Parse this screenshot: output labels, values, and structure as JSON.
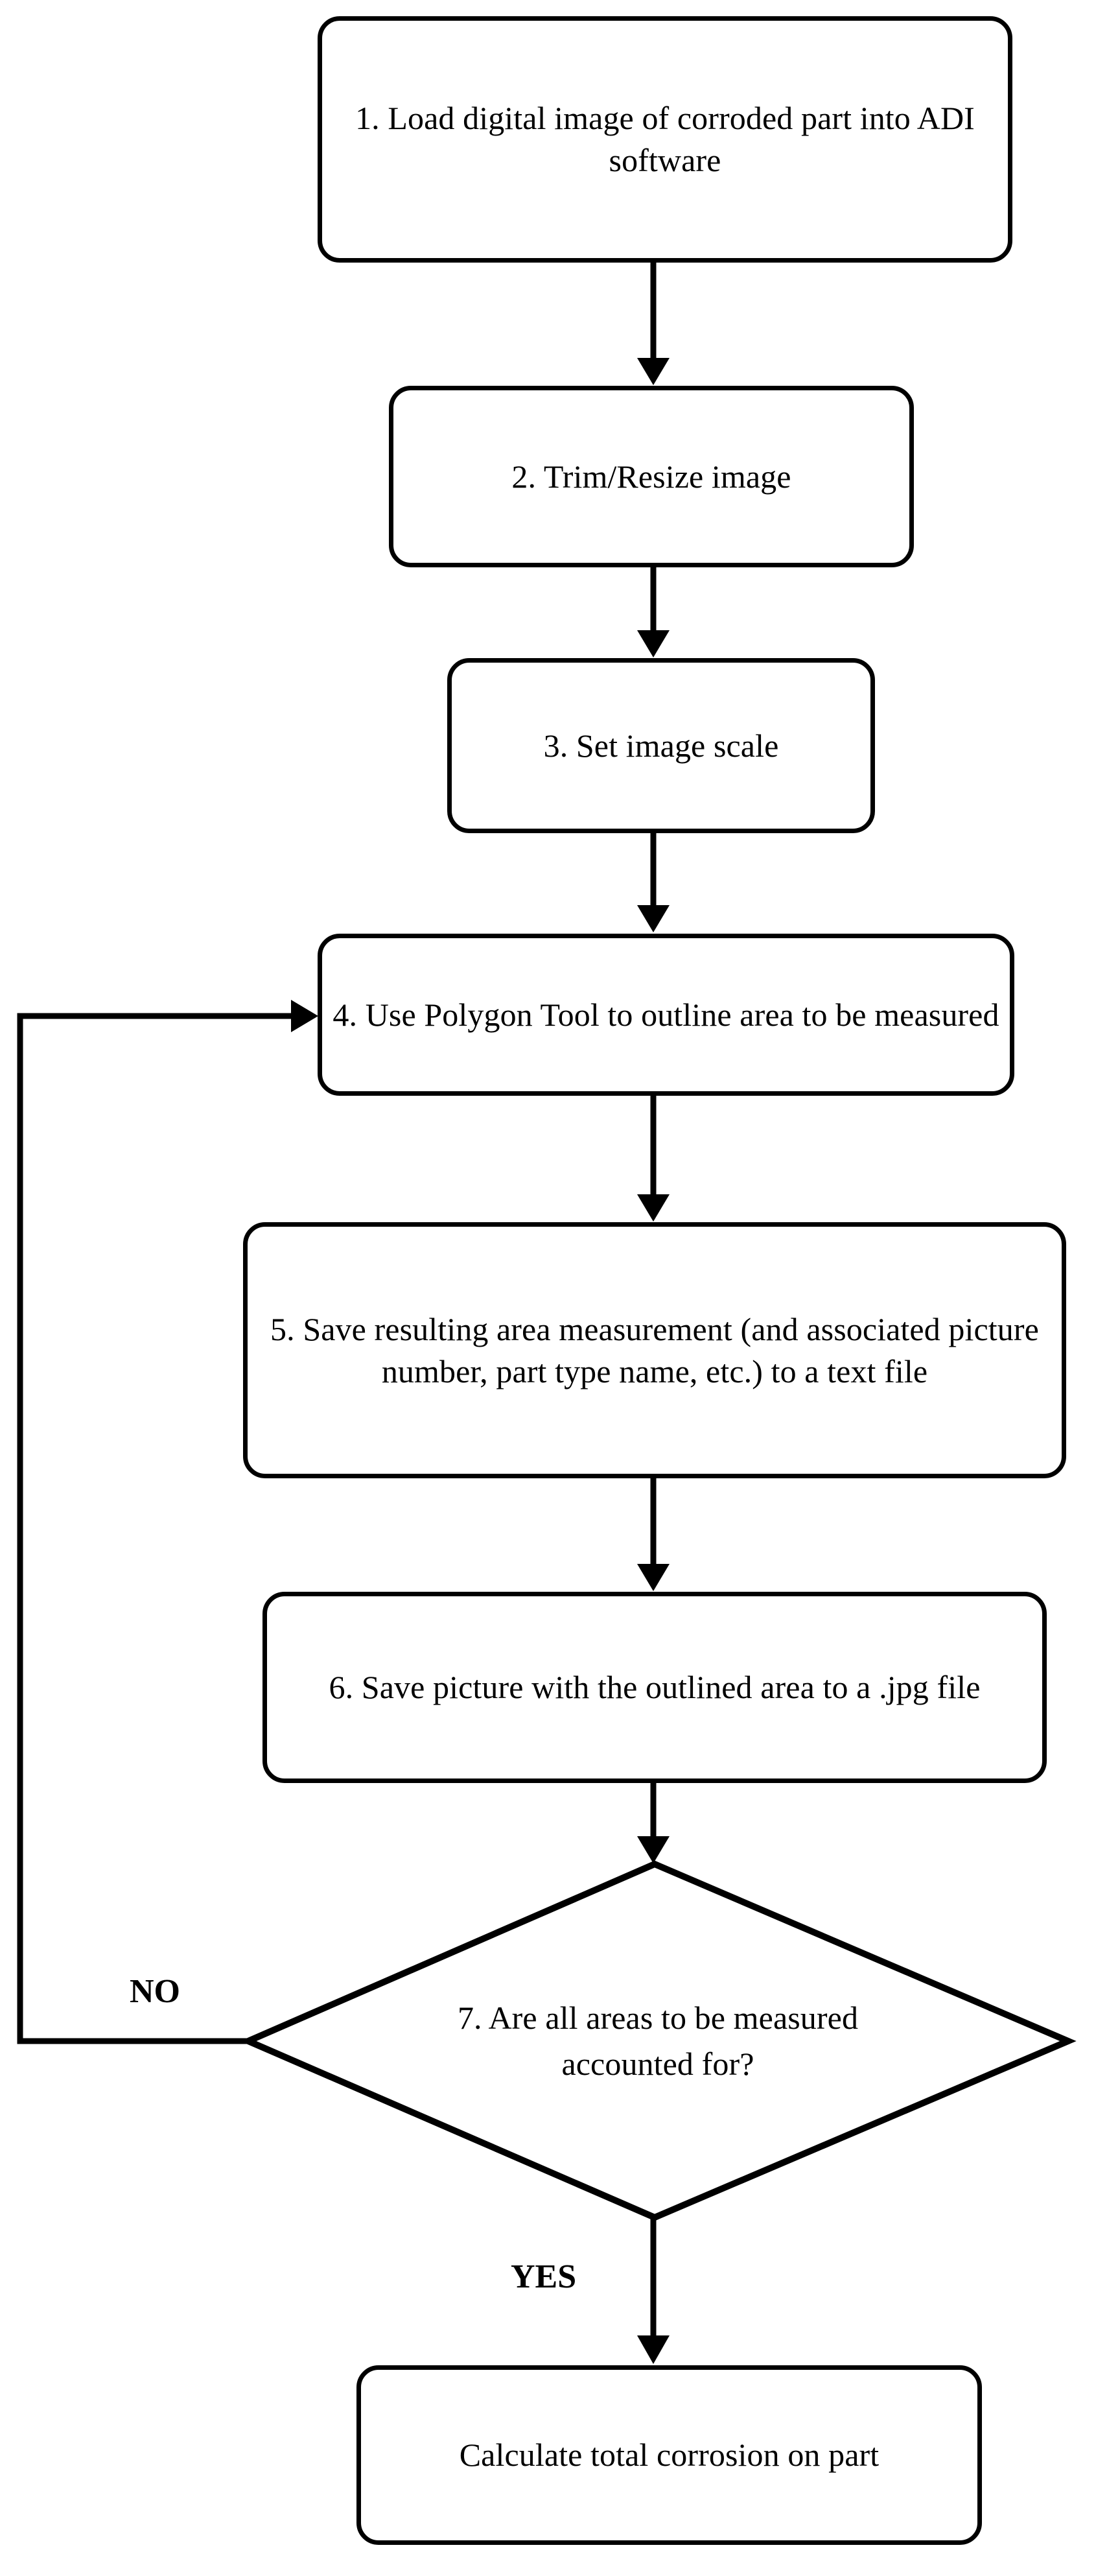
{
  "diagram": {
    "type": "flowchart",
    "title": "ADI corroded-part area measurement procedure",
    "orientation": "top-to-bottom",
    "line_color": "#000000",
    "fill_color": "#ffffff",
    "text_color": "#000000"
  },
  "nodes": [
    {
      "id": "step1",
      "shape": "rounded-rectangle",
      "text": "1. Load digital image of corroded part into ADI software",
      "lines": [
        "1. Load digital image of",
        "corroded part into ADI",
        "software"
      ]
    },
    {
      "id": "step2",
      "shape": "rounded-rectangle",
      "text": "2. Trim/Resize image",
      "lines": [
        "2. Trim/Resize",
        "image"
      ]
    },
    {
      "id": "step3",
      "shape": "rounded-rectangle",
      "text": "3. Set image scale",
      "lines": [
        "3. Set image",
        "scale"
      ]
    },
    {
      "id": "step4",
      "shape": "rounded-rectangle",
      "text": "4. Use Polygon Tool to outline area to be measured",
      "lines": [
        "4. Use Polygon Tool to",
        "outline area to be measured"
      ]
    },
    {
      "id": "step5",
      "shape": "rounded-rectangle",
      "text": "5. Save resulting area measurement (and associated picture number, part type name, etc.) to a text file",
      "lines": [
        "5. Save resulting area measurement",
        "(and associated picture number,",
        "part type name, etc.) to a text file"
      ]
    },
    {
      "id": "step6",
      "shape": "rounded-rectangle",
      "text": "6. Save picture with the outlined area to a .jpg file",
      "lines": [
        "6. Save picture with the outlined",
        "area to a .jpg file"
      ]
    },
    {
      "id": "step7",
      "shape": "diamond",
      "text": "7. Are all areas to be measured accounted for?",
      "lines": [
        "7. Are all areas to",
        "be measured",
        "accounted for?"
      ]
    },
    {
      "id": "step8",
      "shape": "rounded-rectangle",
      "text": "Calculate total corrosion on part",
      "lines": [
        "Calculate total corrosion",
        "on part"
      ]
    }
  ],
  "edges": [
    {
      "id": "e1",
      "from": "step1",
      "to": "step2",
      "label": ""
    },
    {
      "id": "e2",
      "from": "step2",
      "to": "step3",
      "label": ""
    },
    {
      "id": "e3",
      "from": "step3",
      "to": "step4",
      "label": ""
    },
    {
      "id": "e4",
      "from": "step4",
      "to": "step5",
      "label": ""
    },
    {
      "id": "e5",
      "from": "step5",
      "to": "step6",
      "label": ""
    },
    {
      "id": "e6",
      "from": "step6",
      "to": "step7",
      "label": ""
    },
    {
      "id": "e7",
      "from": "step7",
      "to": "step4",
      "label": "NO"
    },
    {
      "id": "e8",
      "from": "step7",
      "to": "step8",
      "label": "YES"
    }
  ],
  "edge_labels": {
    "no": "NO",
    "yes": "YES"
  }
}
